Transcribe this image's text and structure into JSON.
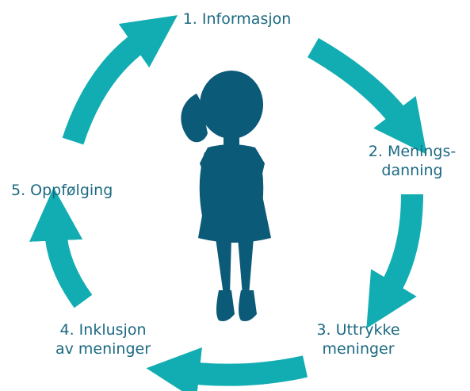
{
  "colors": {
    "arrow": "#12adb2",
    "figure": "#0b5a78",
    "text": "#1c6a82"
  },
  "steps": [
    {
      "number": "1.",
      "label": "Informasjon",
      "lines": [
        "1. Informasjon"
      ]
    },
    {
      "number": "2.",
      "label": "Menings-danning",
      "lines": [
        "2. Menings-",
        "danning"
      ]
    },
    {
      "number": "3.",
      "label": "Uttrykke meninger",
      "lines": [
        "3. Uttrykke",
        "meninger"
      ]
    },
    {
      "number": "4.",
      "label": "Inklusjon av meninger",
      "lines": [
        "4. Inklusjon",
        "av meninger"
      ]
    },
    {
      "number": "5.",
      "label": "Oppfølging",
      "lines": [
        "5. Oppfølging"
      ]
    }
  ],
  "figure": {
    "icon": "girl-silhouette-icon"
  }
}
